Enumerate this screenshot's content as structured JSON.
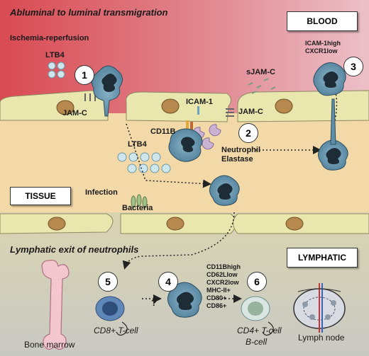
{
  "panels": {
    "abluminal_title": "Abluminal to luminal transmigration",
    "lymphatic_title": "Lymphatic exit of neutrophils"
  },
  "compartments": {
    "blood": "BLOOD",
    "tissue": "TISSUE",
    "lymphatic": "LYMPHATIC"
  },
  "labels": {
    "ischemia": "Ischemia-reperfusion",
    "ltb4_top": "LTB4",
    "ltb4_mid": "LTB4",
    "jamc_left": "JAM-C",
    "jamc_right": "JAM-C",
    "sjamc": "sJAM-C",
    "icam1": "ICAM-1",
    "cd11b": "CD11B",
    "neutrophil_elastase": [
      "Neutrophil",
      "Elastase"
    ],
    "blood_neutrophil_markers": [
      "ICAM-1high",
      "CXCR1low"
    ],
    "infection": "Infection",
    "bacteria": "Bacteria",
    "lymph_markers": [
      "CD11Bhigh",
      "CD62Llow",
      "CXCR2low",
      "MHC-II+",
      "CD80+",
      "CD86+"
    ],
    "question": "?",
    "cd8": "CD8+ T-cell",
    "cd4": "CD4+ T-cell",
    "bcell": "B-cell",
    "bone_marrow": "Bone marrow",
    "lymph_node": "Lymph node"
  },
  "steps": [
    "1",
    "2",
    "3",
    "4",
    "5",
    "6"
  ],
  "colors": {
    "blood_top": "#d94a52",
    "blood_light": "#ecc0c8",
    "tissue": "#f3d8a8",
    "lymph_band": "#d9d4b0",
    "lymph_bottom": "#c9c9c4",
    "endothelium": "#e9e6ae",
    "nucleus": "#b8894f",
    "neutrophil": "#5e8ea8",
    "neutrophil_nucleus": "#1d2c36"
  }
}
